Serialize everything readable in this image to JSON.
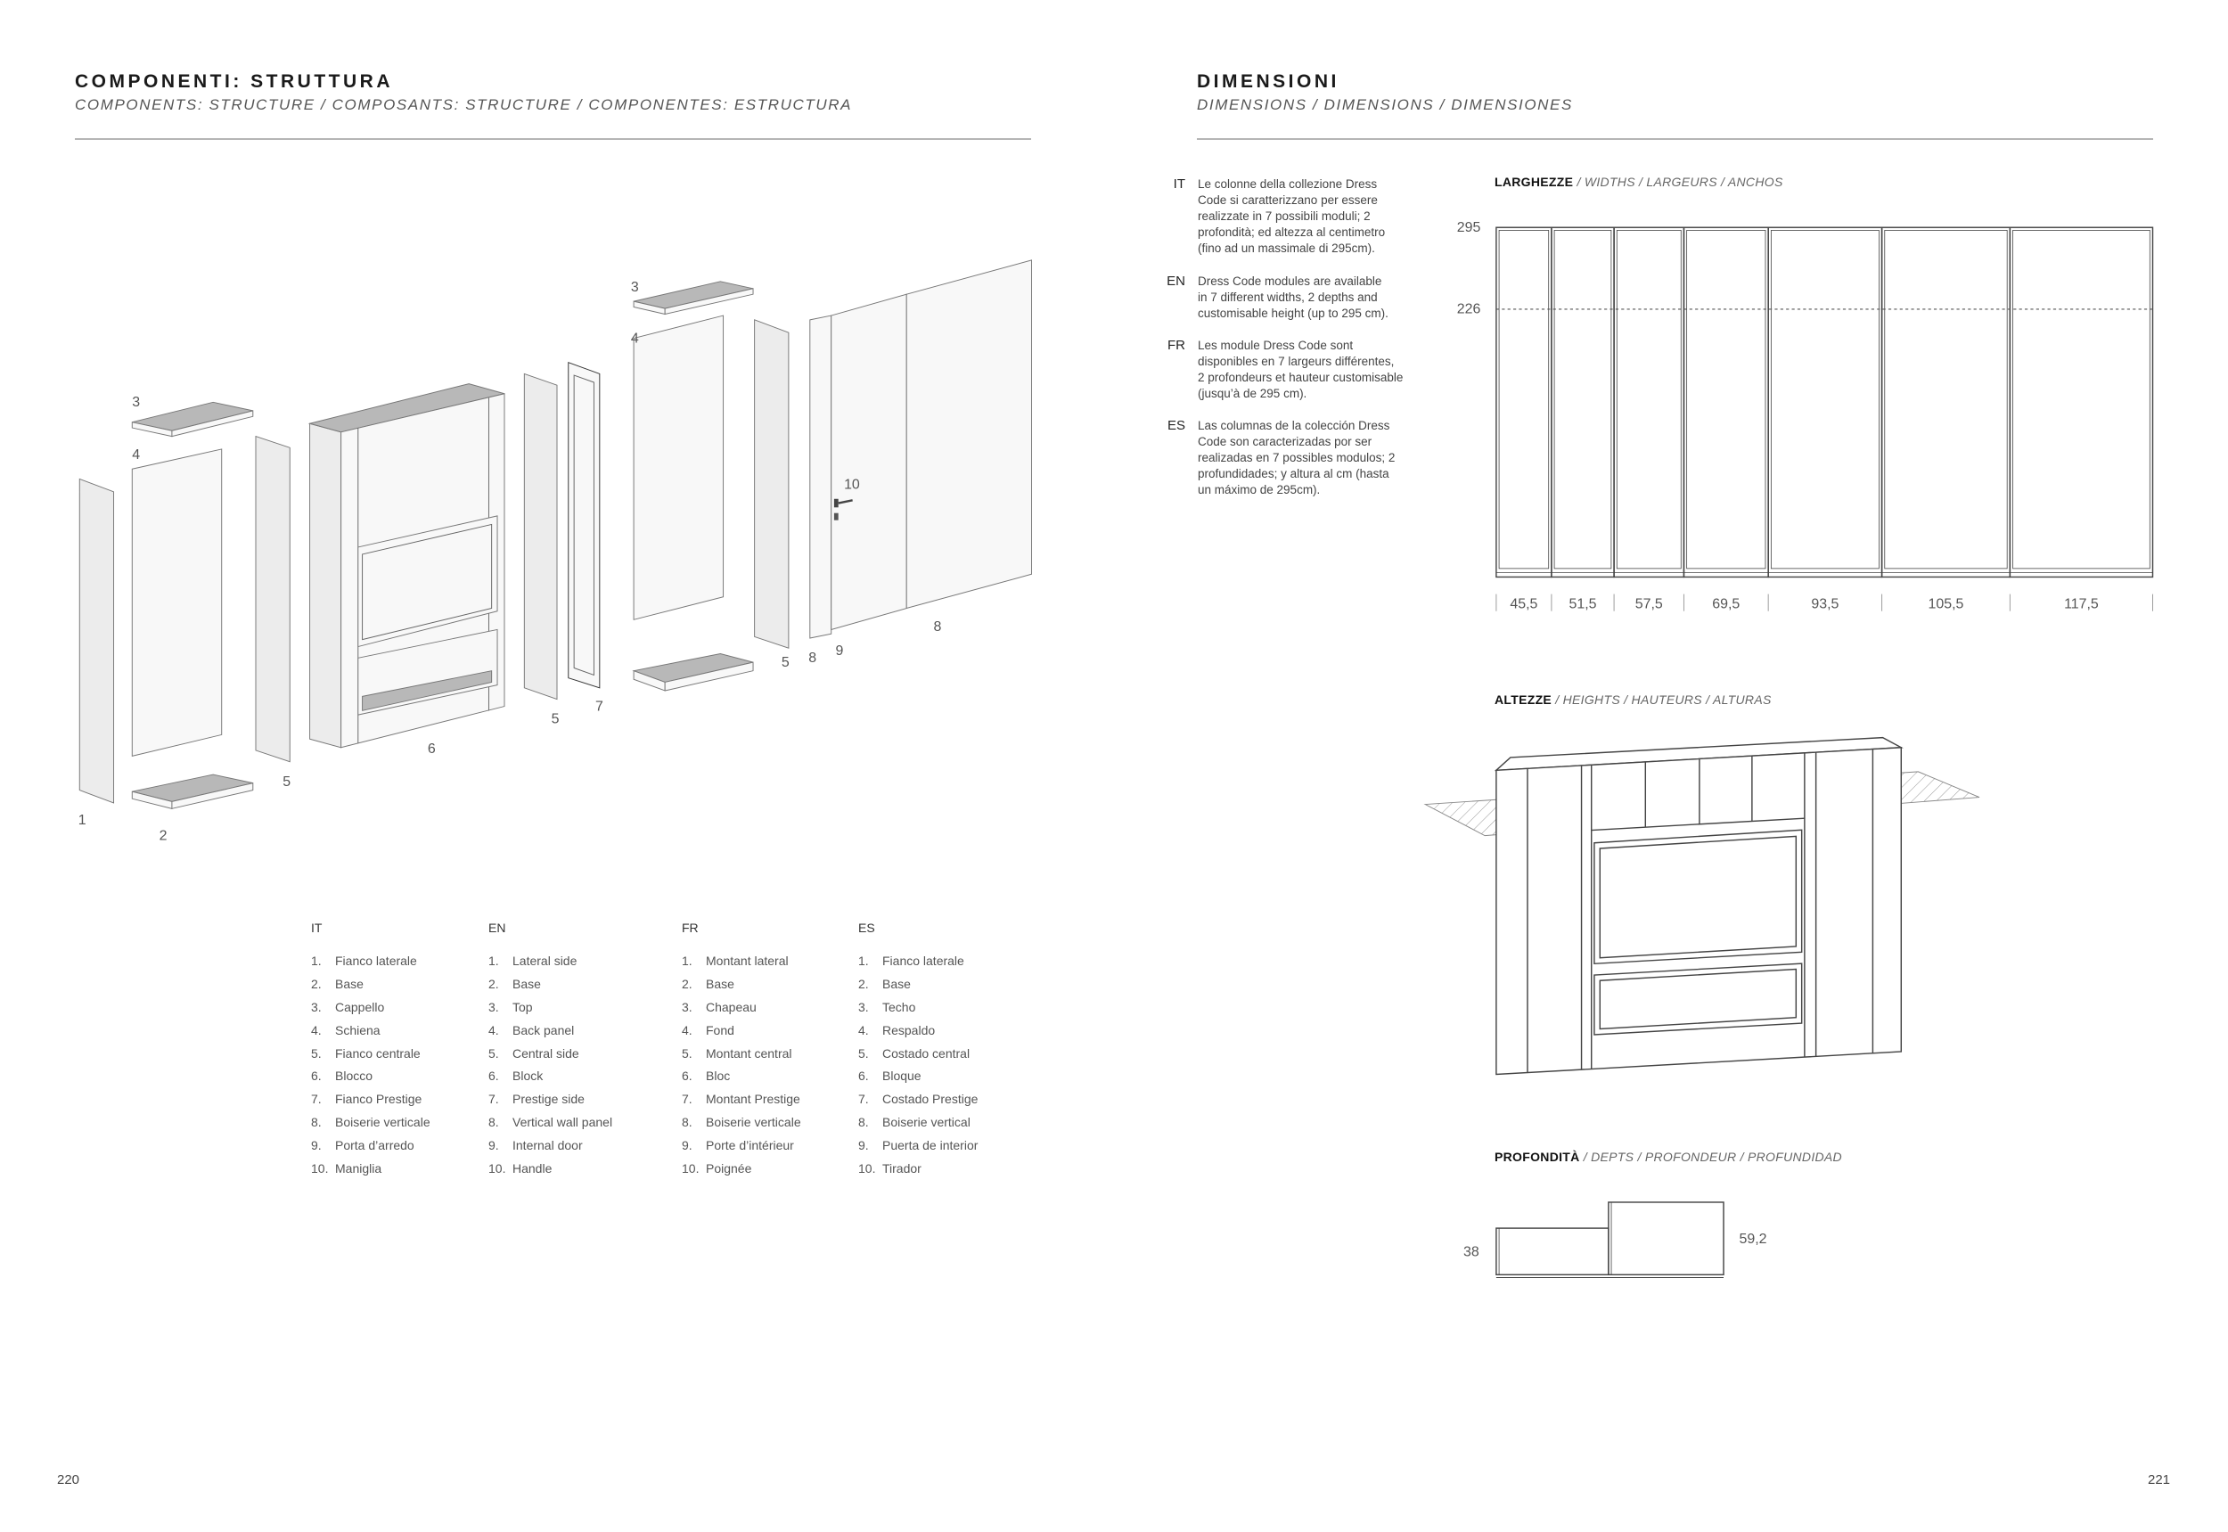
{
  "left": {
    "title": "COMPONENTI: STRUTTURA",
    "subtitle": "COMPONENTS: STRUCTURE / COMPOSANTS: STRUCTURE / COMPONENTES: ESTRUCTURA",
    "page_number": "220",
    "diagram_labels": [
      "1",
      "2",
      "3",
      "4",
      "5",
      "6",
      "5",
      "7",
      "3",
      "4",
      "5",
      "8",
      "9",
      "10",
      "8"
    ],
    "legend": [
      {
        "lang": "IT",
        "items": [
          "Fianco laterale",
          "Base",
          "Cappello",
          "Schiena",
          "Fianco centrale",
          "Blocco",
          "Fianco Prestige",
          "Boiserie verticale",
          "Porta d’arredo",
          "Maniglia"
        ]
      },
      {
        "lang": "EN",
        "items": [
          "Lateral side",
          "Base",
          "Top",
          "Back panel",
          "Central side",
          "Block",
          "Prestige side",
          "Vertical wall panel",
          "Internal door",
          "Handle"
        ]
      },
      {
        "lang": "FR",
        "items": [
          "Montant lateral",
          "Base",
          "Chapeau",
          "Fond",
          "Montant central",
          "Bloc",
          "Montant Prestige",
          "Boiserie verticale",
          "Porte d’intérieur",
          "Poignée"
        ]
      },
      {
        "lang": "ES",
        "items": [
          "Fianco laterale",
          "Base",
          "Techo",
          "Respaldo",
          "Costado central",
          "Bloque",
          "Costado Prestige",
          "Boiserie vertical",
          "Puerta de interior",
          "Tirador"
        ]
      }
    ],
    "legend_numbers": [
      "1.",
      "2.",
      "3.",
      "4.",
      "5.",
      "6.",
      "7.",
      "8.",
      "9.",
      "10."
    ]
  },
  "right": {
    "title": "DIMENSIONI",
    "subtitle": "DIMENSIONS / DIMENSIONS / DIMENSIONES",
    "page_number": "221",
    "descriptions": [
      {
        "lang": "IT",
        "text": "Le colonne della collezione Dress\nCode si caratterizzano per essere\nrealizzate in 7 possibili moduli; 2\nprofondità; ed altezza al centimetro\n(fino ad un massimale di 295cm)."
      },
      {
        "lang": "EN",
        "text": "Dress Code modules are available\nin 7 different widths, 2 depths and\ncustomisable height (up to 295 cm)."
      },
      {
        "lang": "FR",
        "text": "Les module Dress Code sont\ndisponibles en 7 largeurs différentes,\n2 profondeurs et hauteur customisable\n(jusqu’à de 295 cm)."
      },
      {
        "lang": "ES",
        "text": "Las columnas de la colección Dress\nCode son caracterizadas por ser\nrealizadas en 7 possibles modulos; 2\nprofundidades; y altura al cm (hasta\nun máximo de 295cm)."
      }
    ],
    "widths": {
      "heading_bold": "LARGHEZZE",
      "heading_rest": " / WIDTHS / LARGEURS / ANCHOS",
      "height_labels": [
        "295",
        "226"
      ],
      "heights": [
        295,
        226
      ],
      "values": [
        45.5,
        51.5,
        57.5,
        69.5,
        93.5,
        105.5,
        117.5
      ],
      "value_labels": [
        "45,5",
        "51,5",
        "57,5",
        "69,5",
        "93,5",
        "105,5",
        "117,5"
      ]
    },
    "heights_section": {
      "heading_bold": "ALTEZZE",
      "heading_rest": " / HEIGHTS / HAUTEURS / ALTURAS"
    },
    "depths": {
      "heading_bold": "PROFONDITÀ",
      "heading_rest": " / DEPTS / PROFONDEUR / PROFUNDIDAD",
      "values": [
        38,
        59.2
      ],
      "labels": [
        "38",
        "59,2"
      ]
    }
  }
}
